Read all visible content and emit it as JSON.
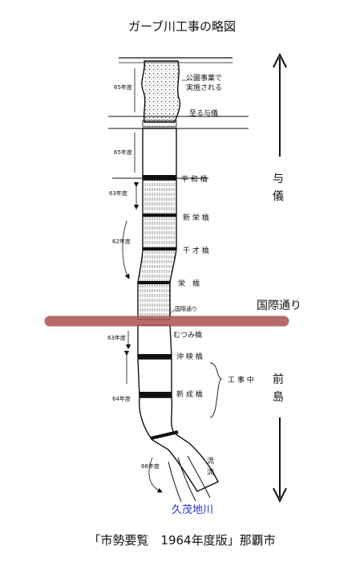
{
  "title": "ガーブ川工事の略図",
  "caption": "「市勢要覧　1964年度版」那覇市",
  "river_name": "久茂地川",
  "road_highlight": "国際通り",
  "district_north": "与\n儀",
  "district_south": "前\n島",
  "construction_label": "工 事 中",
  "bottom_flow_label": "流\n流",
  "labels": {
    "park_project": "公園事業で\n実施される",
    "to_yogi": "至る与儀",
    "heiwa_bridge": "平 和 橋",
    "shinsakae_bridge": "新 栄 橋",
    "chitose_bridge": "千 才 橋",
    "sakae_bridge": "栄　橋",
    "kokusai_small": "国際通り",
    "mutsumi_bridge": "むつみ橋",
    "okiei_bridge": "沖 映 橋",
    "shinsei_bridge": "新 成 橋"
  },
  "years": {
    "y65_top": "65年度",
    "y65_mid": "65年度",
    "y63_a": "63年度",
    "y62": "62年度",
    "y63_b": "63年度",
    "y64": "64年度",
    "y66": "66年度"
  },
  "colors": {
    "highlight": "#b05a5a",
    "river_label": "#1f33cc",
    "ink": "#111111"
  }
}
